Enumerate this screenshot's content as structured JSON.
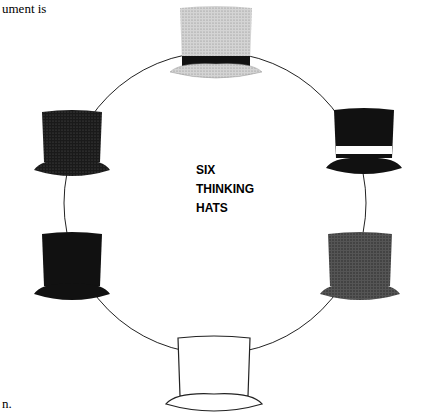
{
  "diagram": {
    "nodes": [
      {
        "text": [
          "SIX THINKING HATS"
        ]
      }
    ],
    "labels": [
      "ument is",
      "n."
    ]
  }
}
